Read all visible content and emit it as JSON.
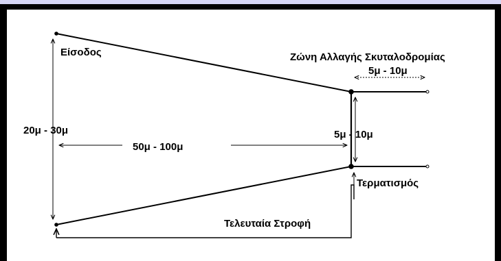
{
  "labels": {
    "entry": "Είσοδος",
    "relay_zone": "Ζώνη Αλλαγής Σκυταλοδρομίας",
    "zone_length": "5μ - 10μ",
    "width_entry": "20μ - 30μ",
    "length": "50μ - 100μ",
    "width_end": "5μ - 10μ",
    "finish": "Τερματισμός",
    "last_turn": "Τελευταία Στροφή"
  },
  "colors": {
    "frame": "#000000",
    "top_strip": "#1a1ac8",
    "background": "#ffffff",
    "lines": "#000000"
  }
}
